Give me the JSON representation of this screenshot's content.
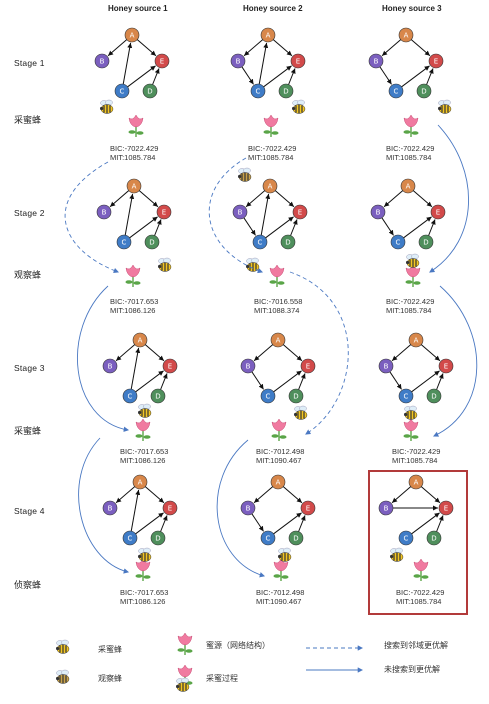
{
  "headers": [
    "Honey source 1",
    "Honey source 2",
    "Honey source 3"
  ],
  "stages": [
    "Stage 1",
    "Stage 2",
    "Stage 3",
    "Stage 4"
  ],
  "roles": [
    "采蜜蜂",
    "观察蜂",
    "采蜜蜂",
    "侦察蜂"
  ],
  "node_labels": {
    "a": "A",
    "b": "B",
    "c": "C",
    "d": "D",
    "e": "E"
  },
  "node_colors": {
    "a": "#d8874a",
    "b": "#7b5fbf",
    "c": "#3f7cc7",
    "d": "#4f8f5c",
    "e": "#d24a4a"
  },
  "metrics": {
    "s1": [
      {
        "bic": "BIC:-7022.429",
        "mit": "MIT:1085.784"
      },
      {
        "bic": "BIC:-7022.429",
        "mit": "MIT:1085.784"
      },
      {
        "bic": "BIC:-7022.429",
        "mit": "MIT:1085.784"
      }
    ],
    "s2": [
      {
        "bic": "BIC:-7017.653",
        "mit": "MIT:1086.126"
      },
      {
        "bic": "BIC:-7016.558",
        "mit": "MIT:1088.374"
      },
      {
        "bic": "BIC:-7022.429",
        "mit": "MIT:1085.784"
      }
    ],
    "s3": [
      {
        "bic": "BIC:-7017.653",
        "mit": "MIT:1086.126"
      },
      {
        "bic": "BIC:-7012.498",
        "mit": "MIT:1090.467"
      },
      {
        "bic": "BIC:-7022.429",
        "mit": "MIT:1085.784"
      }
    ],
    "s4": [
      {
        "bic": "BIC:-7017.653",
        "mit": "MIT:1086.126"
      },
      {
        "bic": "BIC:-7012.498",
        "mit": "MIT:1090.467"
      },
      {
        "bic": "BIC:-7022.429",
        "mit": "MIT:1085.784"
      }
    ]
  },
  "legend": {
    "employed_bee": "采蜜蜂",
    "onlooker_bee": "观察蜂",
    "food_source": "蜜源（网络结构）",
    "collect_process": "采蜜过程",
    "dashed_meaning": "搜索到邻域更优解",
    "solid_meaning": "未搜索到更优解"
  },
  "colors": {
    "arrow_blue": "#4a78c2",
    "highlight_box": "#b23a3a",
    "flower_pink": "#f07aa0",
    "leaf_green": "#5aa548",
    "bee_yellow": "#f3c623"
  }
}
